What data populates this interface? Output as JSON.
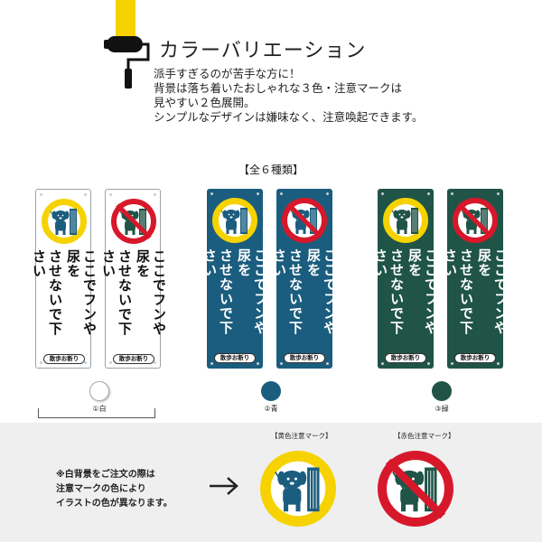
{
  "header": {
    "title": "カラーバリエーション",
    "description_lines": [
      "派手すぎるのが苦手な方に！",
      "背景は落ち着いたおしゃれな３色・注意マークは",
      "見やすい２色展開。",
      "シンプルなデザインは嫌味なく、注意喚起できます。"
    ]
  },
  "kinds_label": "【全６種類】",
  "sign_text": {
    "line1": "ここでフンや尿を",
    "line2": "させないで下さい",
    "pill": "散歩お断り"
  },
  "panels": [
    {
      "background": "white",
      "mark": "yellow"
    },
    {
      "background": "white",
      "mark": "red"
    },
    {
      "background": "blue",
      "mark": "yellow"
    },
    {
      "background": "blue",
      "mark": "red"
    },
    {
      "background": "green",
      "mark": "yellow"
    },
    {
      "background": "green",
      "mark": "red"
    }
  ],
  "swatches": [
    {
      "label": "①白",
      "color": "#ffffff"
    },
    {
      "label": "②青",
      "color": "#1b5d7e"
    },
    {
      "label": "③緑",
      "color": "#1f5447"
    }
  ],
  "note_lines": [
    "※白背景をご注文の際は",
    "注意マークの色により",
    "イラストの色が異なります。"
  ],
  "marks": {
    "yellow_label": "【黄色注意マーク】",
    "red_label": "【赤色注意マーク】"
  },
  "colors": {
    "yellow": "#f6d200",
    "red": "#d7182a",
    "blue": "#1b5d7e",
    "green": "#1f5447",
    "dog_blue": "#1b5d7e",
    "dog_green": "#1f5447"
  }
}
